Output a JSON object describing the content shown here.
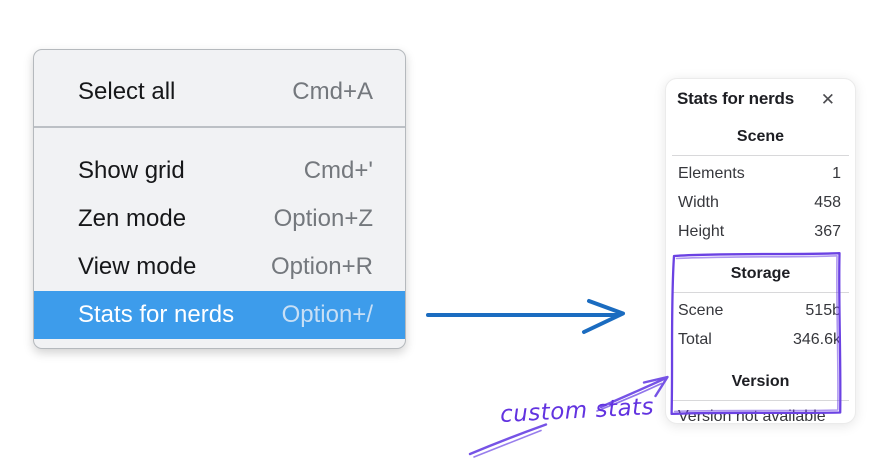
{
  "menu": {
    "items": [
      {
        "label": "Select all",
        "shortcut": "Cmd+A",
        "selected": false
      },
      {
        "label": "Show grid",
        "shortcut": "Cmd+'",
        "selected": false
      },
      {
        "label": "Zen mode",
        "shortcut": "Option+Z",
        "selected": false
      },
      {
        "label": "View mode",
        "shortcut": "Option+R",
        "selected": false
      },
      {
        "label": "Stats for nerds",
        "shortcut": "Option+/",
        "selected": true
      }
    ]
  },
  "stats_panel": {
    "title": "Stats for nerds",
    "close_icon": "✕",
    "sections": [
      {
        "header": "Scene",
        "rows": [
          {
            "label": "Elements",
            "value": "1"
          },
          {
            "label": "Width",
            "value": "458"
          },
          {
            "label": "Height",
            "value": "367"
          }
        ]
      },
      {
        "header": "Storage",
        "rows": [
          {
            "label": "Scene",
            "value": "515b"
          },
          {
            "label": "Total",
            "value": "346.6k"
          }
        ]
      },
      {
        "header": "Version",
        "note": "Version not available"
      }
    ]
  },
  "annotation": {
    "label": "custom stats",
    "colors": {
      "highlight_blue": "#3d9ceb",
      "arrow_blue": "#1b6cc0",
      "annotation_purple": "#6b42e3"
    }
  }
}
